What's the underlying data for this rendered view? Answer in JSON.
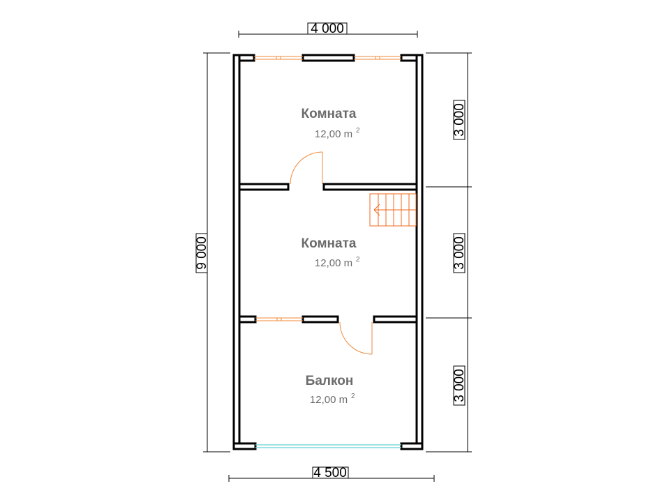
{
  "dimensions": {
    "top_width": "4 000",
    "bottom_width": "4 500",
    "total_height": "9 000",
    "section_1": "3 000",
    "section_2": "3 000",
    "section_3": "3 000"
  },
  "rooms": [
    {
      "name": "Комната",
      "area": "12,00 m",
      "unit_sup": "2"
    },
    {
      "name": "Комната",
      "area": "12,00 m",
      "unit_sup": "2"
    },
    {
      "name": "Балкон",
      "area": "12,00 m",
      "unit_sup": "2"
    }
  ],
  "colors": {
    "wall": "#000000",
    "window": "#f08a3a",
    "door": "#f08a3a",
    "stairs": "#f06a1e",
    "balcony_glass": "#7fd8d8",
    "label": "#6b6b6b"
  }
}
